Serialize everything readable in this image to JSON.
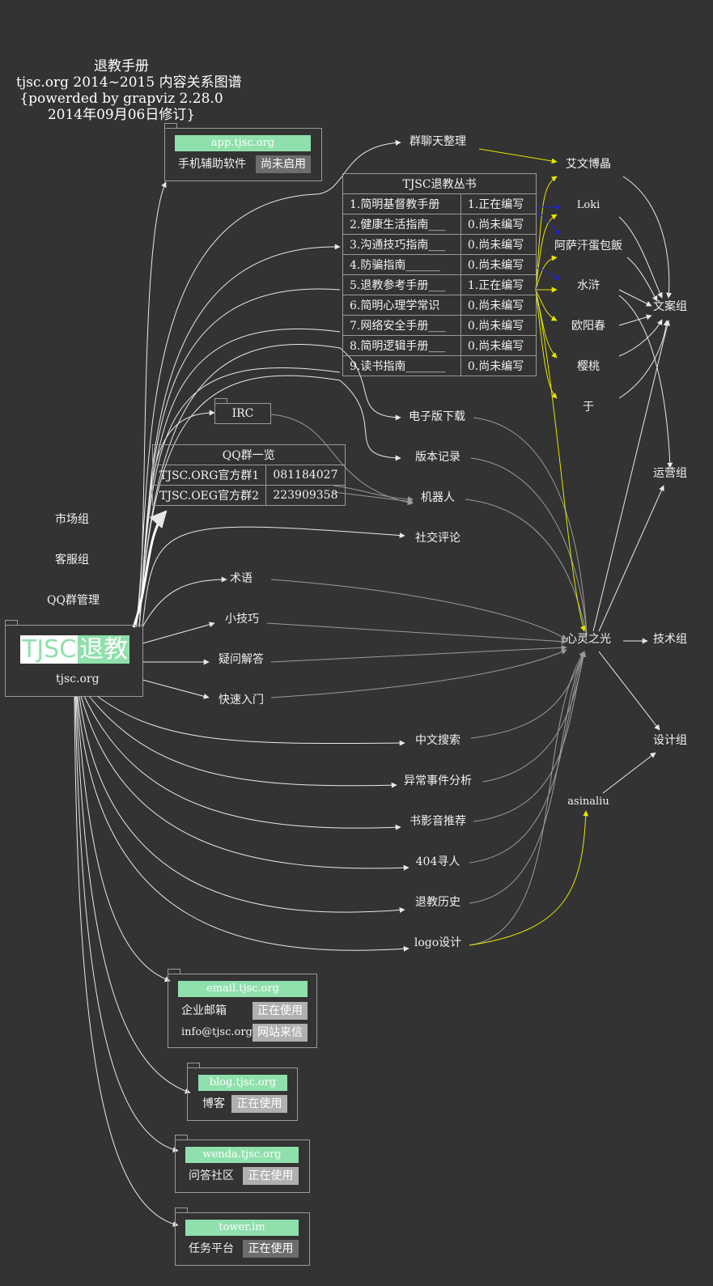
{
  "title": {
    "line1": "退教手册",
    "line2": "tjsc.org 2014~2015 内容关系图谱",
    "line3": "{powerded by grapviz 2.28.0",
    "line4": "2014年09月06日修订}"
  },
  "root": {
    "name_left": "TJSC",
    "name_right": "退教",
    "url": "tjsc.org"
  },
  "app": {
    "domain": "app.tjsc.org",
    "label": "手机辅助软件",
    "status": "尚未启用"
  },
  "irc": {
    "label": "IRC"
  },
  "qq": {
    "title": "QQ群一览",
    "rows": [
      {
        "name": "TJSC.ORG官方群1",
        "number": "081184027"
      },
      {
        "name": "TJSC.OEG官方群2",
        "number": "223909358"
      }
    ]
  },
  "books": {
    "title": "TJSC退教丛书",
    "rows": [
      {
        "name": "1.简明基督教手册",
        "status": "1.正在编写"
      },
      {
        "name": "2.健康生活指南___",
        "status": "0.尚未编写"
      },
      {
        "name": "3.沟通技巧指南___",
        "status": "0.尚未编写"
      },
      {
        "name": "4.防骗指南______",
        "status": "0.尚未编写"
      },
      {
        "name": "5.退教参考手册___",
        "status": "1.正在编写"
      },
      {
        "name": "6.简明心理学常识",
        "status": "0.尚未编写"
      },
      {
        "name": "7.网络安全手册___",
        "status": "0.尚未编写"
      },
      {
        "name": "8.简明逻辑手册___",
        "status": "0.尚未编写"
      },
      {
        "name": "9.读书指南_______",
        "status": "0.尚未编写"
      }
    ]
  },
  "groups_left": [
    "市场组",
    "客服组",
    "QQ群管理"
  ],
  "middle_nodes": {
    "chat": "群聊天整理",
    "ebook": "电子版下载",
    "version": "版本记录",
    "robot": "机器人",
    "social": "社交评论",
    "terms": "术语",
    "tips": "小技巧",
    "faq": "疑问解答",
    "quickstart": "快速入门",
    "search": "中文搜索",
    "anomaly": "异常事件分析",
    "media": "书影音推荐",
    "missing": "404寻人",
    "history": "退教历史",
    "logo": "logo设计"
  },
  "people": {
    "aiwen": "艾文博晶",
    "loki": "Loki",
    "asa": "阿萨汗蛋包飯",
    "shuihu": "水浒",
    "ouyang": "欧阳春",
    "yingtao": "樱桃",
    "yu": "于",
    "xinling": "心灵之光",
    "asinaliu": "asinaliu"
  },
  "groups_right": {
    "copy": "文案组",
    "ops": "运营组",
    "tech": "技术组",
    "design": "设计组"
  },
  "email": {
    "domain": "email.tjsc.org",
    "row1_label": "企业邮箱",
    "row1_status": "正在使用",
    "row2_label": "info@tjsc.org",
    "row2_status": "网站来信"
  },
  "blog": {
    "domain": "blog.tjsc.org",
    "label": "博客",
    "status": "正在使用"
  },
  "wenda": {
    "domain": "wenda.tjsc.org",
    "label": "问答社区",
    "status": "正在使用"
  },
  "tower": {
    "domain": "tower.im",
    "label": "任务平台",
    "status": "正在使用"
  },
  "colors": {
    "background": "#333333",
    "accent_green": "#8fe0ac",
    "edge_white": "#e8e8e8",
    "edge_gray": "#9a9a9a",
    "edge_yellow": "#e6e600",
    "edge_blue": "#2222cc"
  }
}
